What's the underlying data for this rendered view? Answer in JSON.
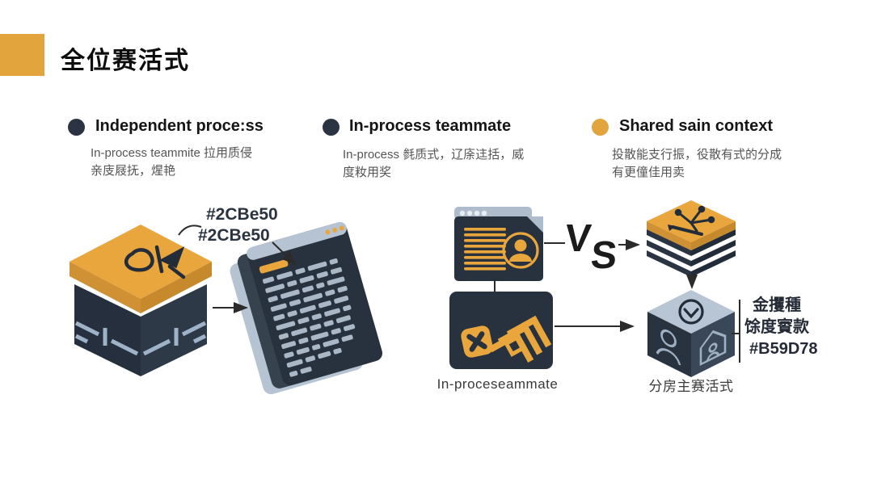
{
  "title": "全位赛活式",
  "columns": [
    {
      "heading": "Independent proce:ss",
      "desc_line1": "In-process teammite 拉用质侵",
      "desc_line2": "亲庋屐抚，煋艳",
      "bullet_color": "#2A3442"
    },
    {
      "heading": "In-process teammate",
      "desc_line1": "In-process 毵质式，辽庩迬括，威",
      "desc_line2": "度籹用奖",
      "bullet_color": "#2A3442"
    },
    {
      "heading": "Shared sain context",
      "desc_line1": "投散能支行振，役散有式的分成",
      "desc_line2": "有更僮佳用卖",
      "bullet_color": "#E2A43C"
    }
  ],
  "diagram": {
    "cube_label_line1": "#2CBe50",
    "cube_label_line2": "#2CBe50",
    "vs_v": "V",
    "vs_s": "S",
    "middle_caption": "In-proceseammate",
    "right_caption": "分房主赛活式",
    "right_label_line1": "金攫種",
    "right_label_line2": "馀度賨款",
    "right_label_line3": "#B59D78"
  },
  "colors": {
    "accent": "#E2A43C",
    "dark_navy": "#2A3442",
    "light_steel": "#AEBCCB",
    "arrow": "#2b2b2b"
  },
  "icons": [
    "scribble-icon",
    "circuit-trace-icon",
    "terminal-window-icon",
    "window-dots-icon",
    "person-badge-icon",
    "x-badge-icon",
    "stack-icon",
    "branch-network-icon",
    "check-chevron-icon",
    "person-icon",
    "home-icon"
  ]
}
